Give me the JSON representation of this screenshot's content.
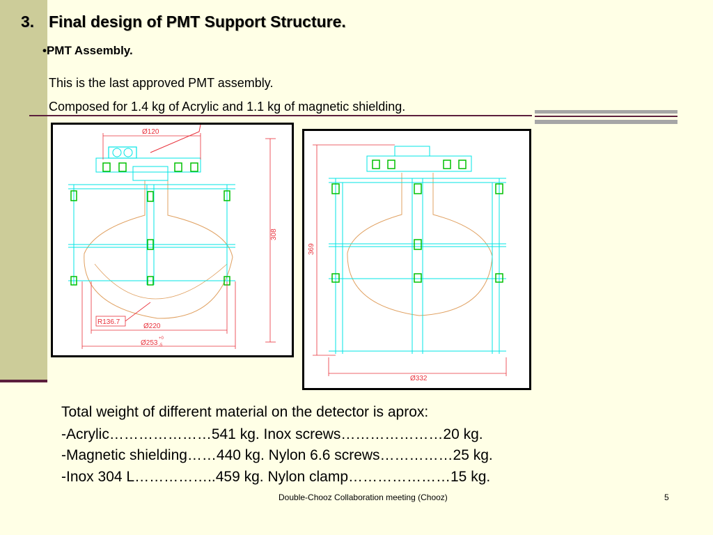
{
  "slide": {
    "title_number": "3.",
    "title": "Final design of PMT Support Structure.",
    "bullet": "•PMT Assembly.",
    "body": [
      "This is the last approved PMT assembly.",
      "Composed for 1.4 kg of Acrylic and 1.1 kg of magnetic shielding."
    ],
    "weights_heading": "Total weight of different material on the detector is aprox:",
    "weights": [
      "-Acrylic…………………541 kg.    Inox screws…………………20 kg.",
      "-Magnetic shielding……440 kg.    Nylon 6.6 screws……………25 kg.",
      "-Inox 304 L……………..459 kg.    Nylon clamp…………………15 kg."
    ],
    "footer": "Double-Chooz Collaboration meeting (Chooz)",
    "page_number": "5"
  },
  "drawing_1": {
    "dim_top": "Ø120",
    "dim_height": "308",
    "dim_radius": "R136.7",
    "dim_inner": "Ø220",
    "dim_outer": "Ø253",
    "dim_outer_tol_upper": "+0",
    "dim_outer_tol_lower": "-5"
  },
  "drawing_2": {
    "dim_height": "369",
    "dim_width": "Ø332"
  },
  "colors": {
    "sidebar": "#cccc99",
    "accent_dark": "#5b1e3c",
    "accent_grey": "#a6a6a6",
    "background": "#ffffe6",
    "cad_cyan": "#00e5e5",
    "cad_green": "#00c000",
    "cad_dimension": "#e8303a",
    "cad_bulb": "#e0a060"
  }
}
